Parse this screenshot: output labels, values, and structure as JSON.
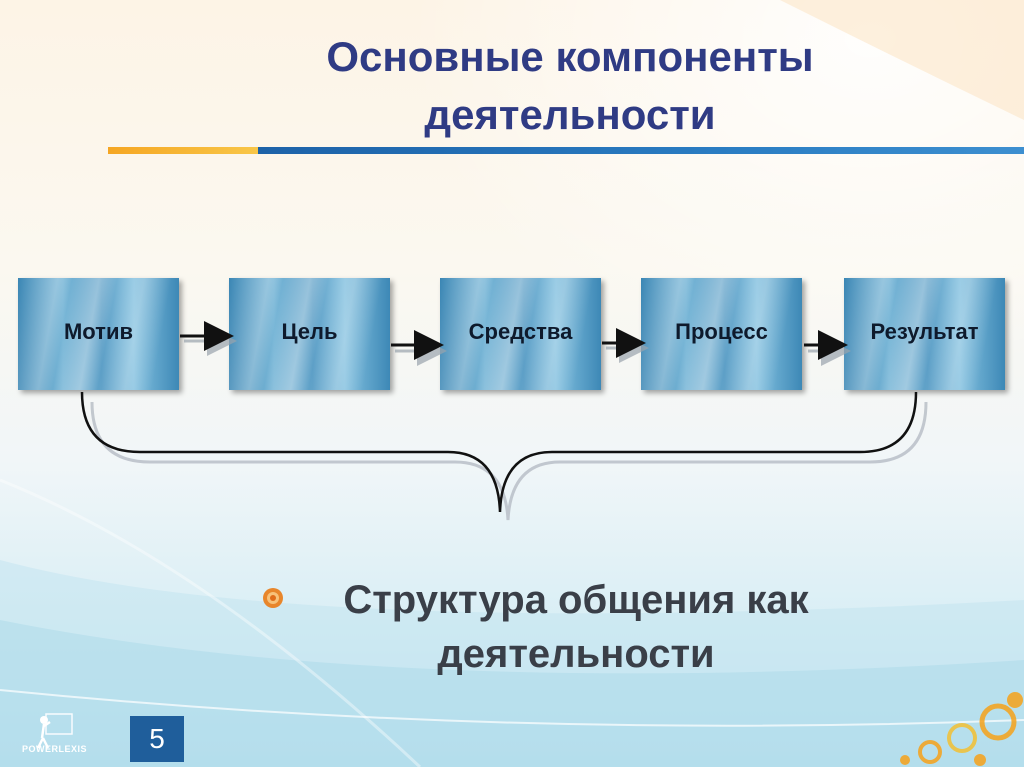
{
  "slide": {
    "title_lines": [
      "Основные компоненты",
      "деятельности"
    ],
    "number": "5",
    "logo_text": "POWERLEXIS"
  },
  "flow": {
    "steps": [
      "Мотив",
      "Цель",
      "Средства",
      "Процесс",
      "Результат"
    ]
  },
  "caption": {
    "lines": [
      "Структура общения как",
      "деятельности"
    ]
  },
  "colors": {
    "title": "#2f3b84",
    "accent_orange": "#f5a623",
    "accent_blue": "#1d62a8",
    "box_blue": "#4f97c2",
    "slide_number_bg": "#1f5e9b"
  }
}
